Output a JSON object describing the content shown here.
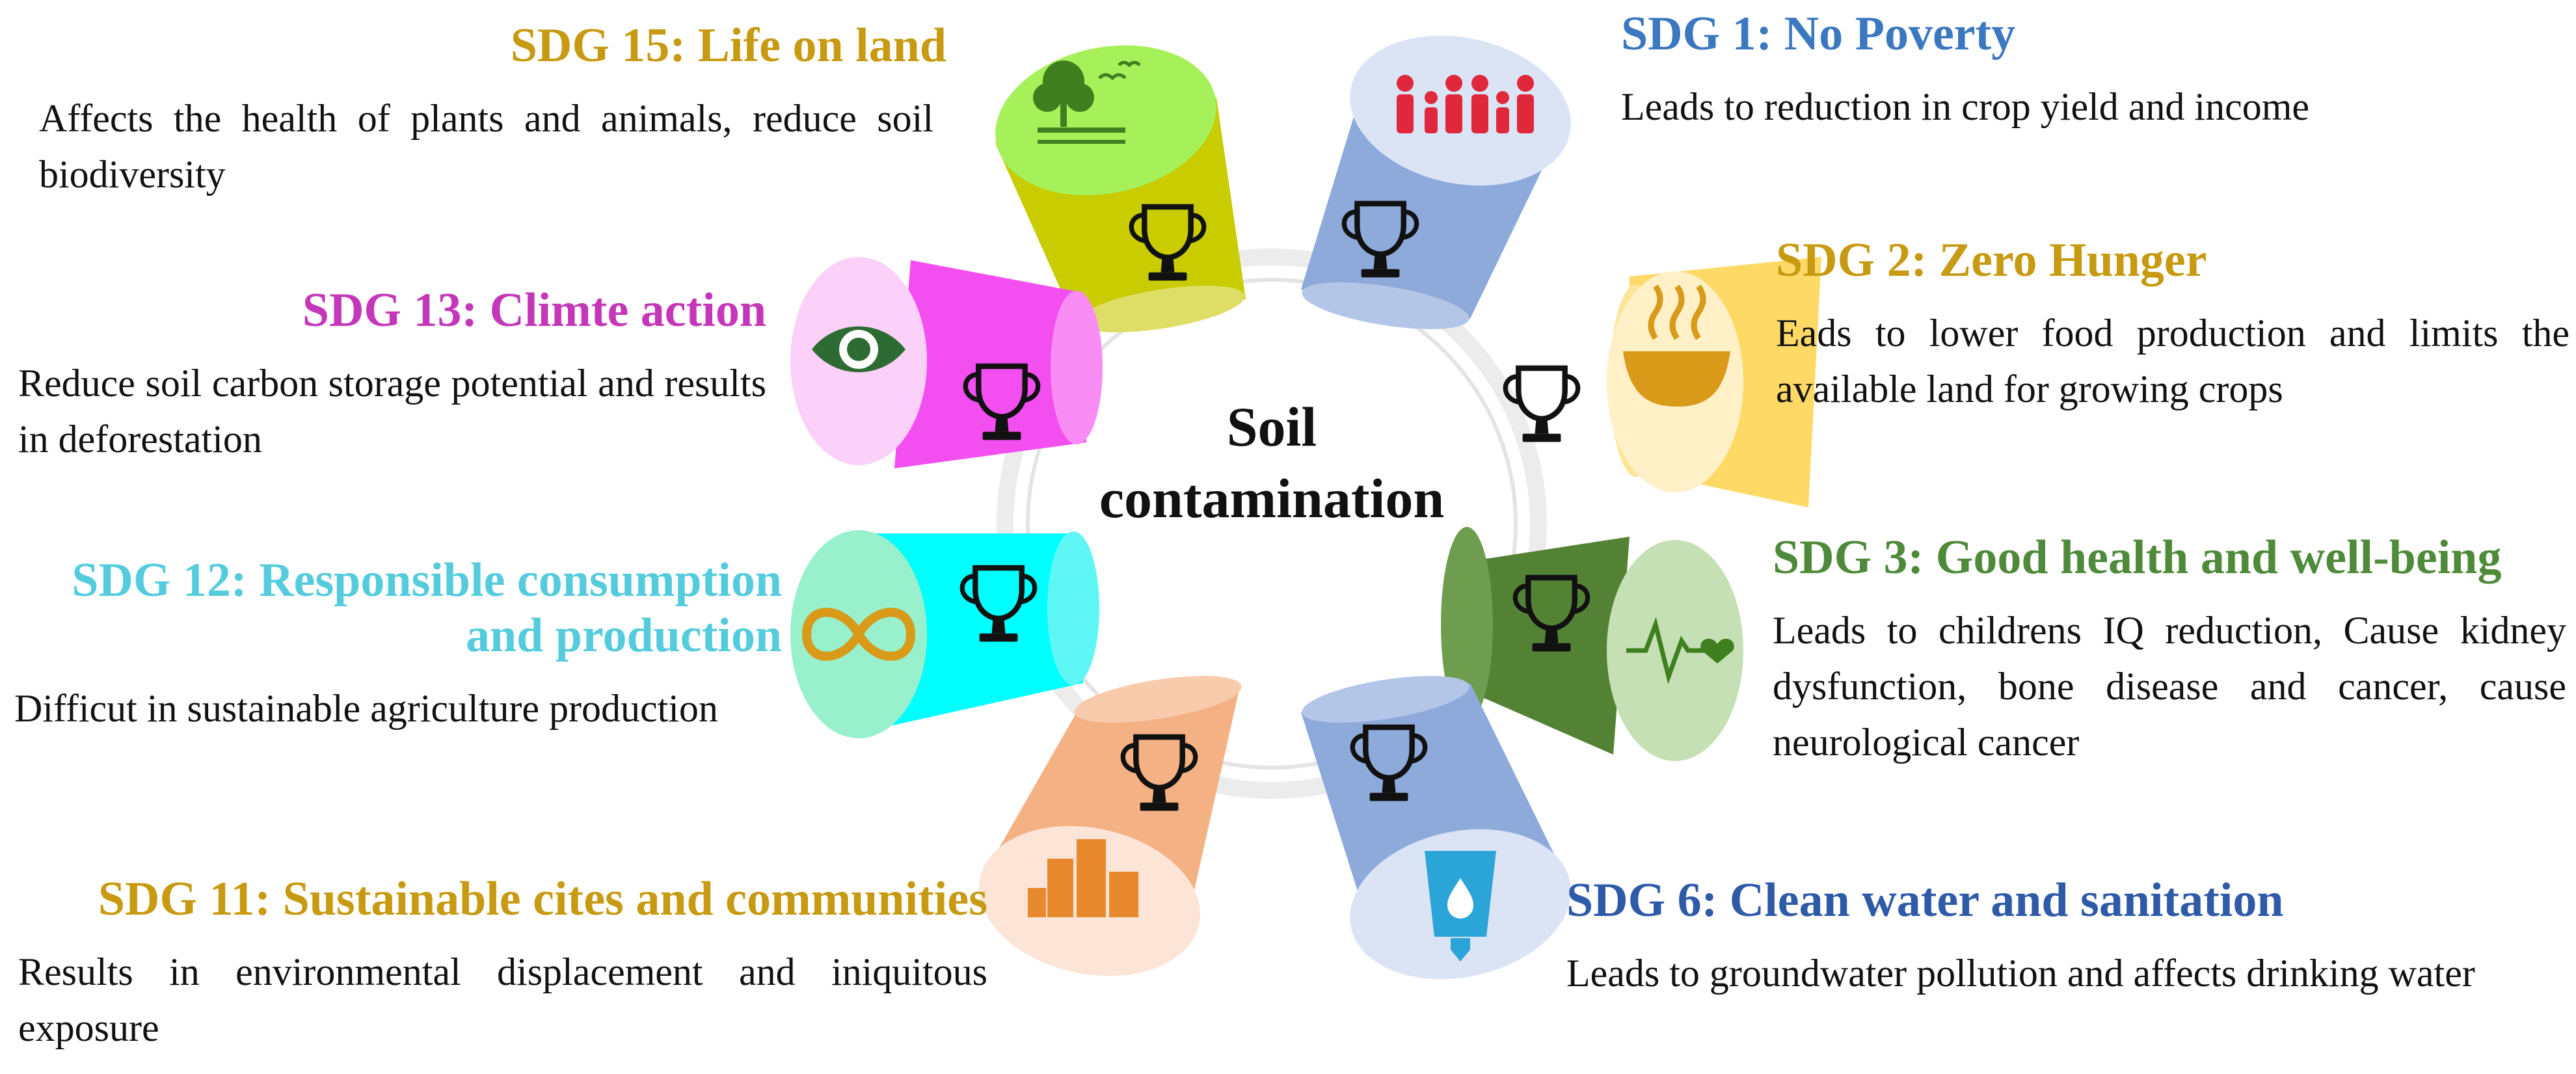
{
  "center": {
    "line1": "Soil",
    "line2": "contamination"
  },
  "colors": {
    "sdg1": "#3b78c0",
    "sdg2": "#c79a12",
    "sdg3": "#4f8a3a",
    "sdg6": "#2e5aa8",
    "sdg11": "#c79a12",
    "sdg12": "#55ccdd",
    "sdg13": "#c437b8",
    "sdg15": "#c79a12"
  },
  "sdgs": [
    {
      "id": "sdg1",
      "title": "SDG 1: No Poverty",
      "desc": "Leads to reduction in crop yield and income",
      "icon": "family-icon"
    },
    {
      "id": "sdg2",
      "title": "SDG 2: Zero Hunger",
      "desc": "Eads to lower food production and limits the available land for growing crops",
      "icon": "food-bowl-icon"
    },
    {
      "id": "sdg3",
      "title": "SDG 3: Good health and well-being",
      "desc": "Leads to childrens IQ reduction, Cause kidney dysfunction, bone disease and cancer, cause neurological cancer",
      "icon": "heartbeat-icon"
    },
    {
      "id": "sdg6",
      "title": "SDG 6: Clean water and sanitation",
      "desc": "Leads to groundwater pollution and affects drinking water",
      "icon": "water-glass-icon"
    },
    {
      "id": "sdg11",
      "title": "SDG 11: Sustainable cites and communities",
      "desc": "Results in environmental displacement and iniquitous exposure",
      "icon": "city-icon"
    },
    {
      "id": "sdg12",
      "title_line1": "SDG 12: Responsible consumption",
      "title_line2": "and production",
      "desc": "Difficut in sustainable agriculture production",
      "icon": "infinity-icon"
    },
    {
      "id": "sdg13",
      "title": "SDG 13: Climte action",
      "desc": "Reduce soil carbon storage potential and results in deforestation",
      "icon": "eye-globe-icon"
    },
    {
      "id": "sdg15",
      "title": "SDG 15: Life on land",
      "desc": "Affects the health of plants and animals, reduce soil biodiversity",
      "icon": "tree-birds-icon"
    }
  ]
}
